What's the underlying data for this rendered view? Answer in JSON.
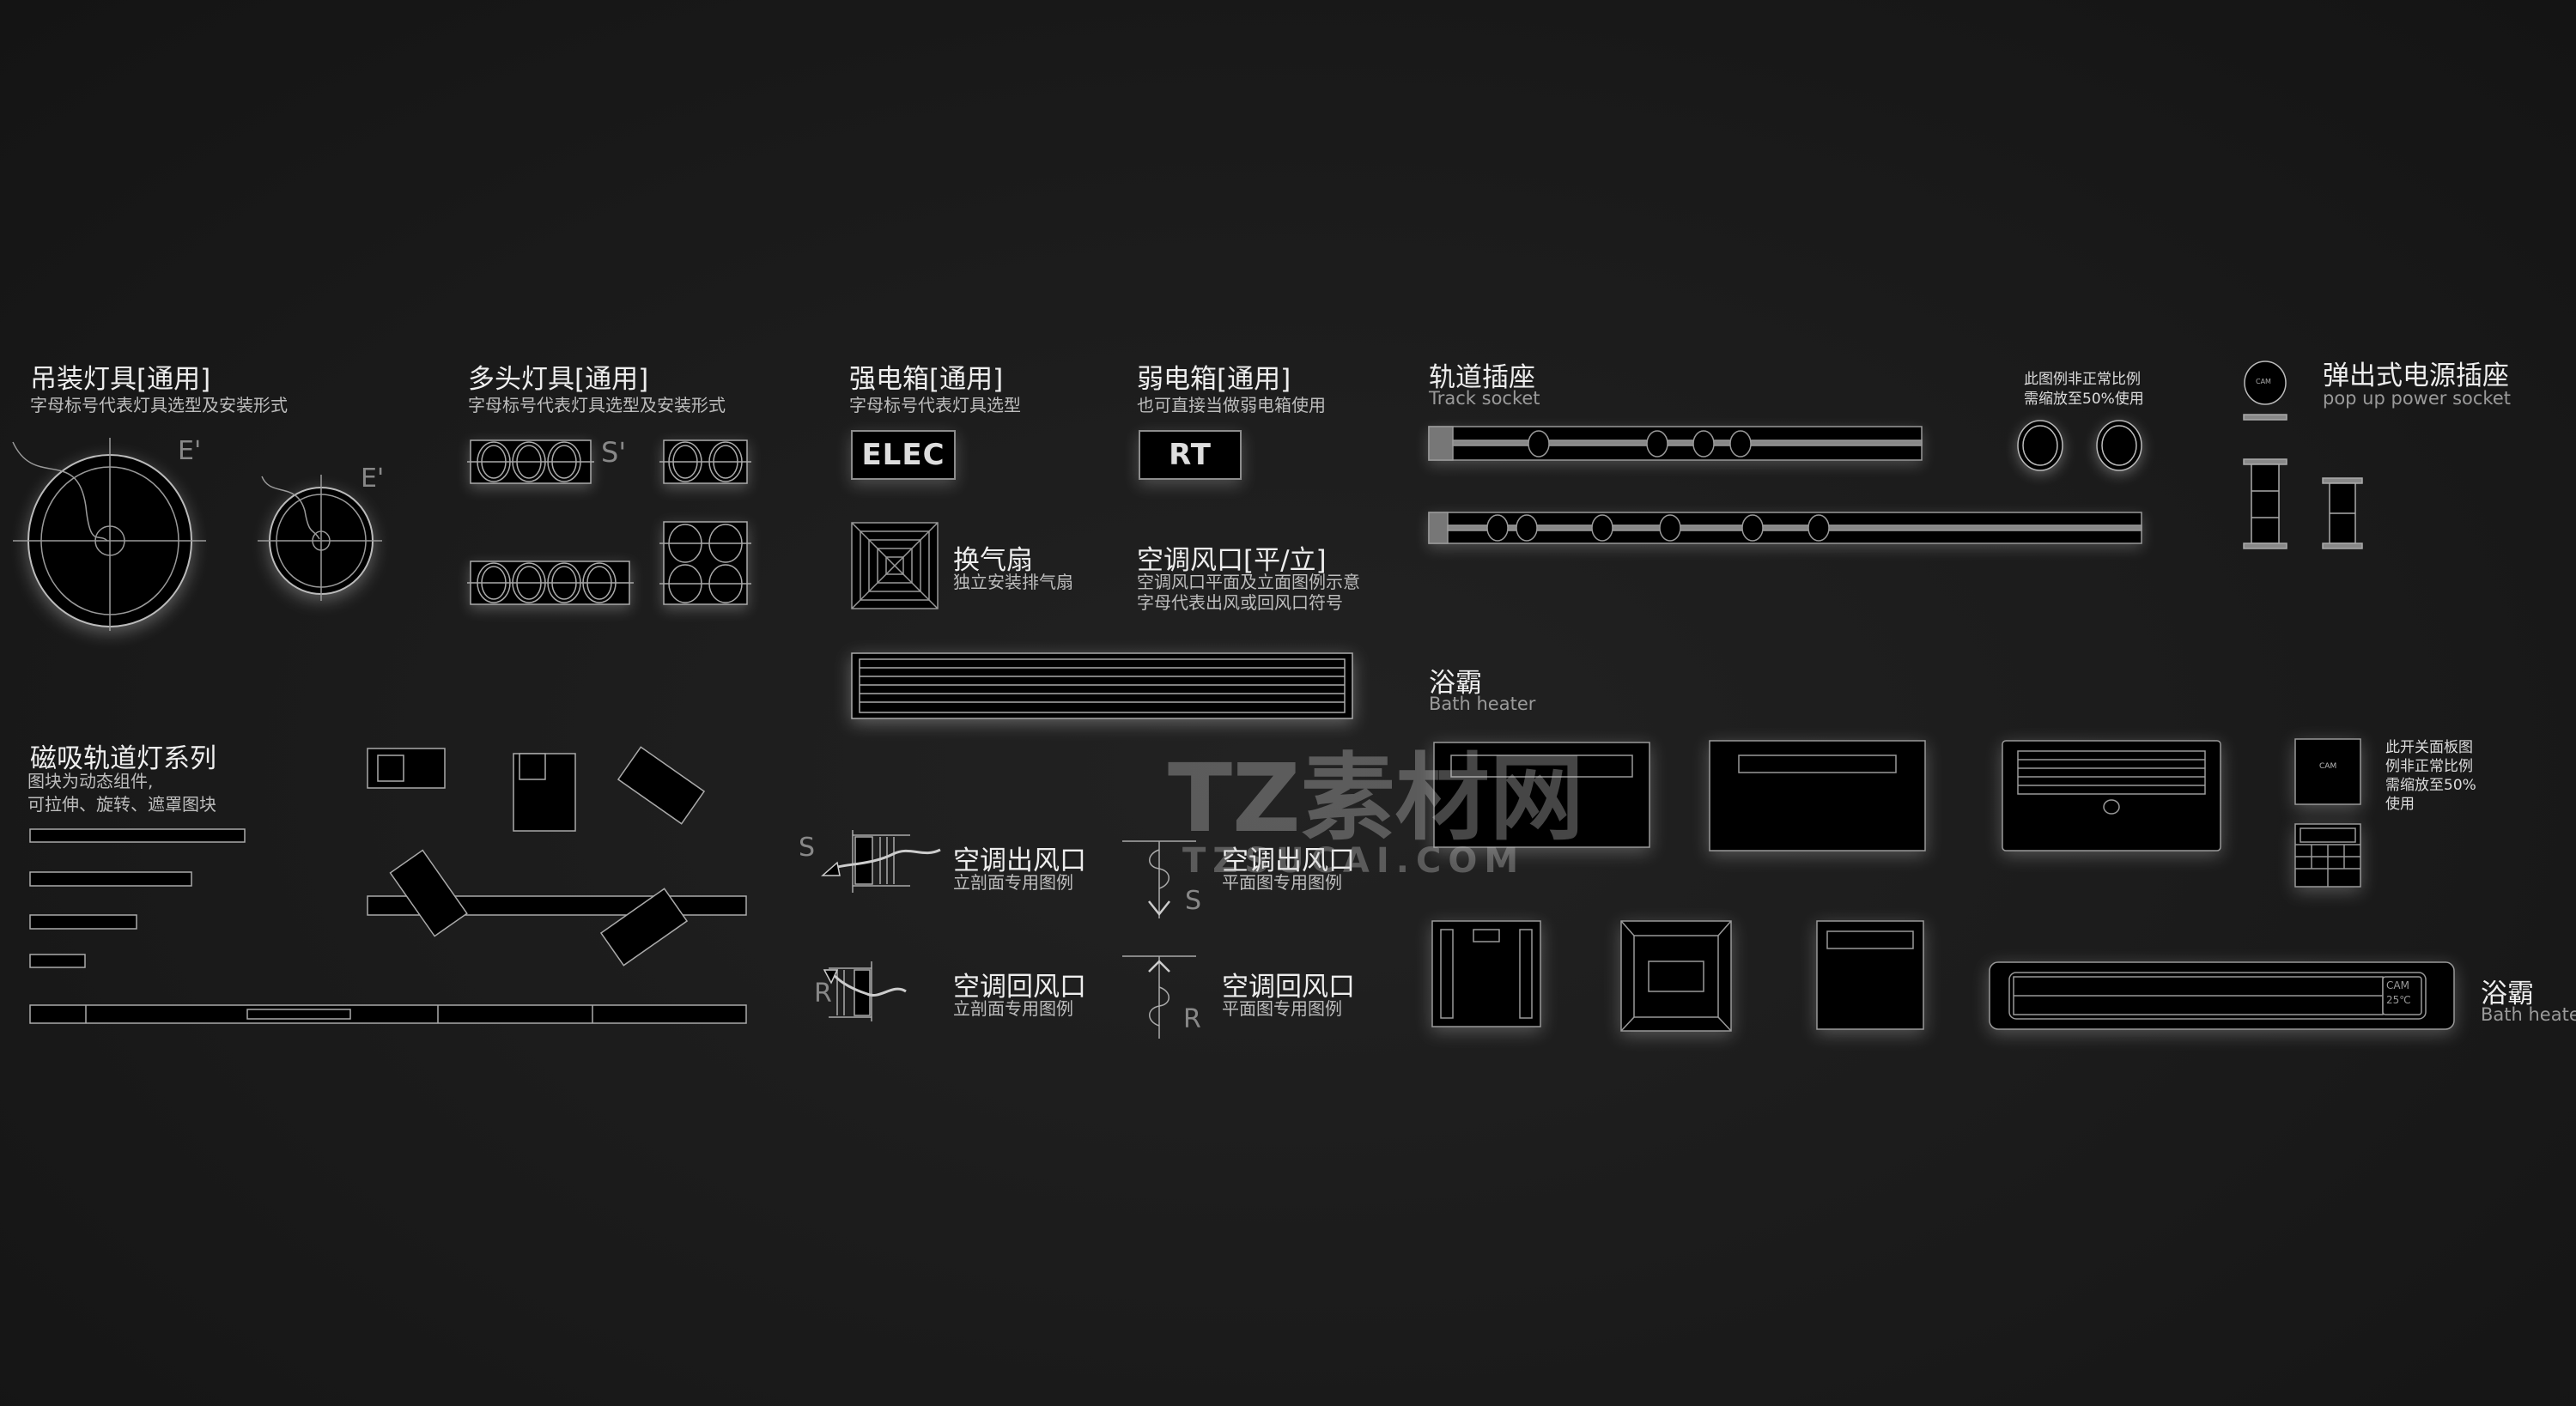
{
  "pendant_light": {
    "title": "吊装灯具[通用]",
    "subtitle": "字母标号代表灯具选型及安装形式",
    "marks": [
      "E'",
      "E'"
    ]
  },
  "multi_head_light": {
    "title": "多头灯具[通用]",
    "subtitle": "字母标号代表灯具选型及安装形式",
    "mark": "S'"
  },
  "strong_box": {
    "title": "强电箱[通用]",
    "subtitle": "字母标号代表灯具选型",
    "label": "ELEC"
  },
  "weak_box": {
    "title": "弱电箱[通用]",
    "subtitle": "也可直接当做弱电箱使用",
    "label": "RT"
  },
  "exhaust_fan": {
    "title": "换气扇",
    "subtitle": "独立安装排气扇"
  },
  "ac_vent": {
    "title": "空调风口[平/立]",
    "subtitle_lines": [
      "空调风口平面及立面图例示意",
      "字母代表出风或回风口符号"
    ]
  },
  "magnetic_track": {
    "title": "磁吸轨道灯系列",
    "subtitle_lines": [
      "图块为动态组件,",
      "可拉伸、旋转、遮罩图块"
    ]
  },
  "ac_supply_elev": {
    "title": "空调出风口",
    "subtitle": "立剖面专用图例",
    "mark": "S"
  },
  "ac_supply_plan": {
    "title": "空调出风口",
    "subtitle": "平面图专用图例",
    "mark": "S"
  },
  "ac_return_elev": {
    "title": "空调回风口",
    "subtitle": "立剖面专用图例",
    "mark": "R"
  },
  "ac_return_plan": {
    "title": "空调回风口",
    "subtitle": "平面图专用图例",
    "mark": "R"
  },
  "track_socket": {
    "title": "轨道插座",
    "subtitle": "Track socket",
    "note_lines": [
      "此图例非正常比例",
      "需缩放至50%使用"
    ]
  },
  "popup_socket": {
    "title": "弹出式电源插座",
    "subtitle": "pop up power socket",
    "cap_label": "CAM"
  },
  "bath_heater_top": {
    "title": "浴霸",
    "subtitle": "Bath heater"
  },
  "switch_panel": {
    "cam": "CAM",
    "note_lines": [
      "此开关面板图",
      "例非正常比例",
      "需缩放至50%",
      "使用"
    ]
  },
  "bath_heater_bottom": {
    "title": "浴霸",
    "subtitle": "Bath heater",
    "display_lines": [
      "CAM",
      "25℃"
    ]
  },
  "watermark": {
    "brand": "TZ素材网",
    "domain": "TZSUCAI.COM"
  }
}
